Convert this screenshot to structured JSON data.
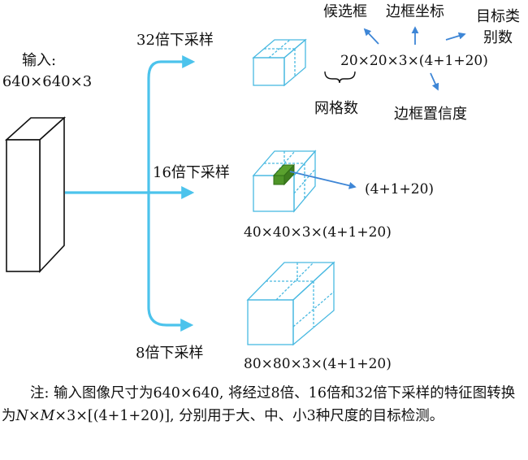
{
  "input_label_line1": "输入:",
  "input_label_line2": "640×640×3",
  "branches": {
    "downsample_32": "32倍下采样",
    "downsample_16": "16倍下采样",
    "downsample_8": "8倍下采样"
  },
  "outputs": {
    "size_20": "20×20×3×(4+1+20)",
    "size_40": "40×40×3×(4+1+20)",
    "size_80": "80×80×3×(4+1+20)",
    "cell_vector": "(4+1+20)"
  },
  "annotations": {
    "candidate_box": "候选框",
    "box_coords": "边框坐标",
    "class_count_line1": "目标类",
    "class_count_line2": "别数",
    "box_confidence": "边框置信度",
    "grid_count": "网格数"
  },
  "caption": {
    "part1": "注: 输入图像尺寸为640×640, 将经过8倍、16倍和32倍下采样的特征图转换为",
    "n": "N",
    "times1": "×",
    "m": "M",
    "part2": "×3×[(4+1+20)], 分别用于大、中、小3种尺度的目标检测。"
  },
  "colors": {
    "arrow_cyan": "#4cc3ec",
    "arrow_blue": "#3e86d6",
    "cube_outline": "#49b9e1",
    "highlight_cell": "#5aa12e",
    "text": "#111111"
  }
}
